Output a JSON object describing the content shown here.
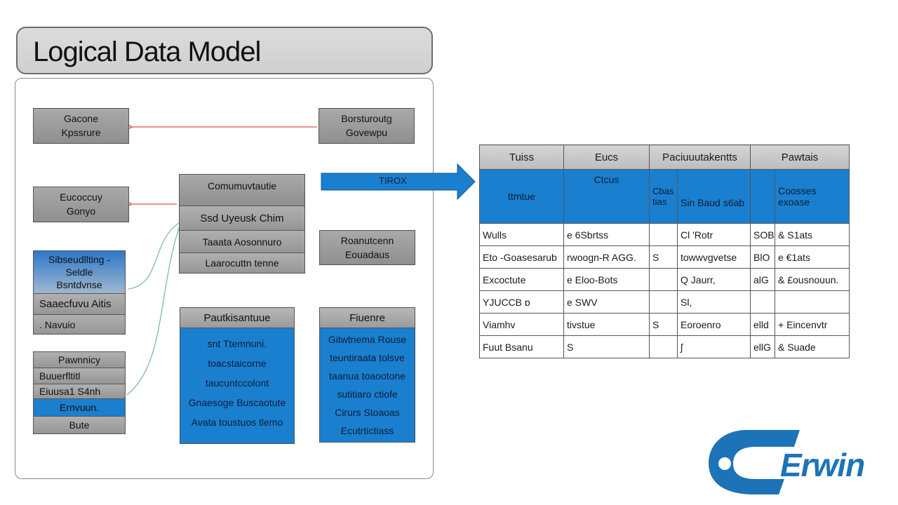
{
  "title": "Logical Data Model",
  "arrow_label": "TIROX",
  "entities": {
    "e1": [
      "Gacone",
      "Kpssrure"
    ],
    "e2": [
      "Borsturoutg",
      "Govewpu"
    ],
    "e3": [
      "Eucoccuy",
      "Gonyo"
    ],
    "e4": [
      "Roanutcenn",
      "Eouadaus"
    ],
    "center_header": "Comumuvtautie",
    "center_rows": [
      "Ssd Uyeusk Chim",
      "Taaata Aosonnuro",
      "Laarocuttn tenne"
    ],
    "left_stack_a": [
      "Sibseudllting -",
      "Seldle",
      "Bsntdvnse",
      "Saaecfuvu Aitis",
      ". Navuio"
    ],
    "left_stack_b": [
      "Pawnnicy",
      "Buuerfltitl",
      "Eiuusa1 S4nh",
      "Ernvuun.",
      "Bute"
    ],
    "box_p_header": "Pautkisantuue",
    "box_p_rows": [
      "snt Ttemnuni.",
      "toacstaicorne",
      "taucuntccolont",
      "Gnaesoge Buscaotute",
      "Avata toustuos tlemo"
    ],
    "box_f_header": "Fiuenre",
    "box_f_rows": [
      "Gitwtnema Rouse",
      "teuntiraata tolsve",
      "taanua toaootone",
      "sutitiaro ctiofe",
      "Cirurs Stoaoas",
      "Ecutrtictiass"
    ]
  },
  "table": {
    "headers": [
      "Tuiss",
      "Eucs",
      "Paciuuutakentts",
      "Pawtais"
    ],
    "blue_row": [
      "ttmtue",
      "Ctcus",
      "Cbas tias",
      "Sin Baud s6ab",
      "",
      "Coosses exoase"
    ],
    "rows": [
      [
        "Wulls",
        "e 6Sbrtss",
        "",
        "Cl 'Rotr",
        "SOB",
        "& S1ats"
      ],
      [
        "Eto -Goasesarub",
        "rwoogn-R AGG.",
        "S",
        "towwvgvetse",
        "BlO",
        "e €1ats"
      ],
      [
        "Excoctute",
        "e Eloo-Bots",
        "",
        "Q Jaurr,",
        "alG",
        "& £ousnouun."
      ],
      [
        "YJUCCB ɒ",
        "e SWV",
        "",
        "Sl,",
        "",
        ""
      ],
      [
        "Viamhv",
        "tivstue",
        "S",
        "Eoroenro",
        "elld",
        "+ Eincenvtr"
      ],
      [
        "Fuut Bsanu",
        "S",
        "",
        "ʃ",
        "ellG",
        "& Suade"
      ]
    ]
  },
  "logo_text": "Erwin",
  "colors": {
    "accent_blue": "#1b7fcf",
    "connector_red": "#d9534f",
    "connector_teal": "#7fb8b0"
  }
}
